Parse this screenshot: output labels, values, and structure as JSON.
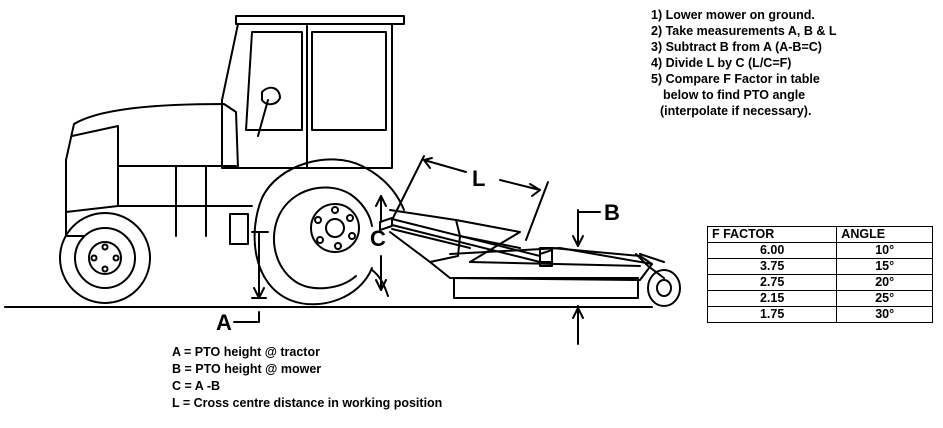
{
  "steps": [
    "1) Lower mower on ground.",
    "2) Take measurements A, B & L",
    "3) Subtract B from A (A-B=C)",
    "4) Divide L by C (L/C=F)",
    "5) Compare F Factor in table",
    "below to find PTO angle",
    "(interpolate if necessary)."
  ],
  "labels": {
    "a": "A",
    "b": "B",
    "c": "C",
    "l": "L"
  },
  "legend": [
    "A = PTO height @ tractor",
    "B = PTO height @ mower",
    "C = A -B",
    "L = Cross centre distance in working position"
  ],
  "table": {
    "headers": [
      "F FACTOR",
      "ANGLE"
    ],
    "rows": [
      [
        "6.00",
        "10°"
      ],
      [
        "3.75",
        "15°"
      ],
      [
        "2.75",
        "20°"
      ],
      [
        "2.15",
        "25°"
      ],
      [
        "1.75",
        "30°"
      ]
    ]
  }
}
